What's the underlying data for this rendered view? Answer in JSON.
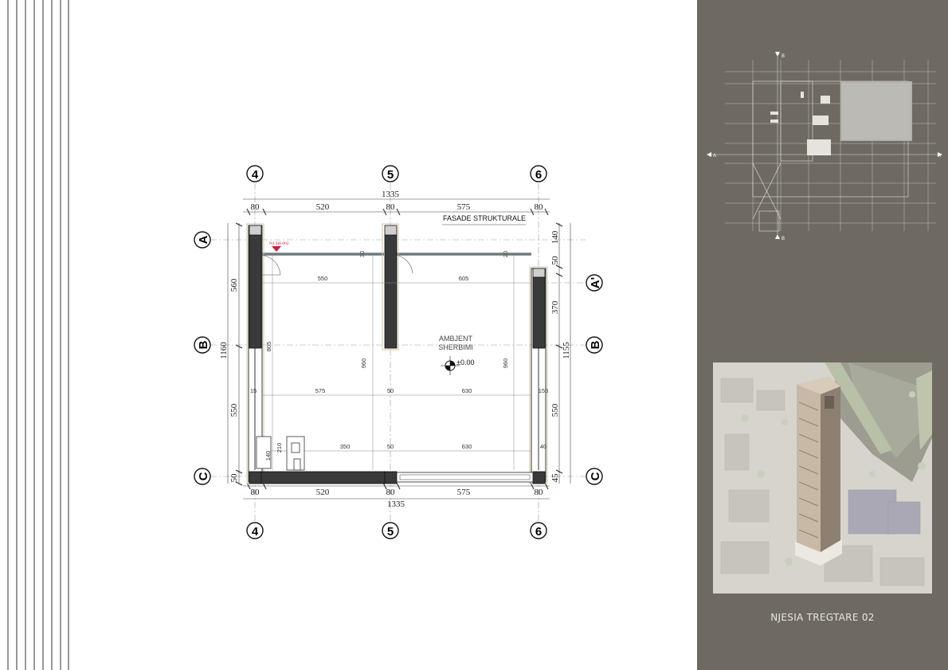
{
  "grid_labels": {
    "col_4": "4",
    "col_5": "5",
    "col_6": "6",
    "row_a": "A",
    "row_a_prime": "A'",
    "row_b": "B",
    "row_c": "C"
  },
  "dimensions": {
    "top_total": "1335",
    "top_segments": [
      "80",
      "520",
      "80",
      "575",
      "80"
    ],
    "bottom_total": "1335",
    "bottom_segments": [
      "80",
      "520",
      "80",
      "575",
      "80"
    ],
    "left_total": "1160",
    "left_segments": [
      "560",
      "550",
      "50"
    ],
    "right_total": "1155",
    "right_segments": [
      "140",
      "50",
      "370",
      "550",
      "45"
    ],
    "inner_550": "550",
    "inner_605": "605",
    "inner_575": "575",
    "inner_50a": "50",
    "inner_630a": "630",
    "inner_350": "350",
    "inner_50b": "50",
    "inner_630b": "630",
    "inner_805": "805",
    "inner_960a": "960",
    "inner_960b": "960",
    "small_140": "140",
    "small_210": "210",
    "small_40": "40",
    "small_155": "155",
    "small_15": "15",
    "small_30": "30",
    "small_20": "20"
  },
  "labels": {
    "facade": "FASADE STRUKTURALE",
    "room_line1": "AMBJENT",
    "room_line2": "SHERBIMI",
    "level": "±0.00",
    "section_tag": "NJ.SH-002"
  },
  "keyplan": {
    "section_a_left": "A",
    "section_a_right": "A",
    "section_b_top": "B",
    "section_b_bottom": "B"
  },
  "caption": "NJESIA TREGTARE 02",
  "colors": {
    "panel": "#6e6a62",
    "wall_fill": "#3a3a3a",
    "section_marker": "#c0243c"
  }
}
